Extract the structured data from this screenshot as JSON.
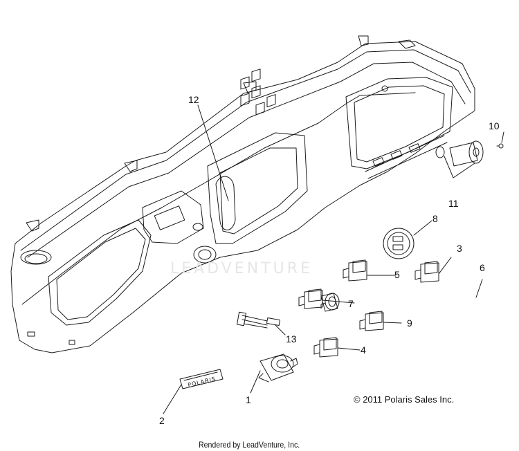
{
  "diagram": {
    "watermark": "LEADVENTURE",
    "copyright": "© 2011 Polaris Sales Inc.",
    "rendered_by": "Rendered by LeadVenture, Inc.",
    "callouts": {
      "c1": "1",
      "c2": "2",
      "c3": "3",
      "c4": "4",
      "c5": "5",
      "c6": "6",
      "c7": "7",
      "c8": "8",
      "c9": "9",
      "c10": "10",
      "c11": "11",
      "c12": "12",
      "c13": "13"
    },
    "badge_text": "POLARIS",
    "line_color": "#1a1a1a"
  }
}
